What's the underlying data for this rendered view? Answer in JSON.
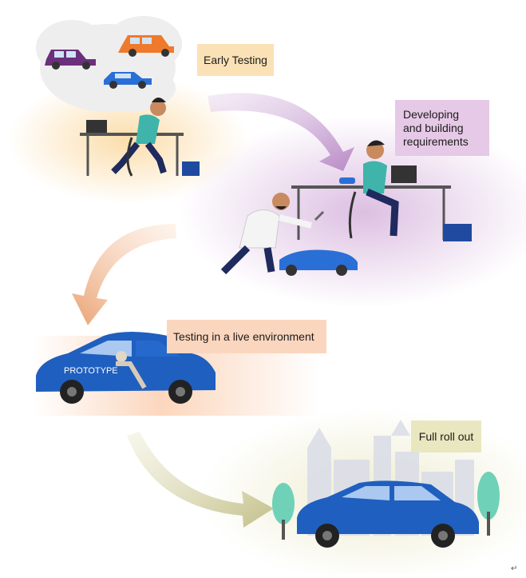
{
  "stages": [
    {
      "label": "Early Testing"
    },
    {
      "label_lines": [
        "Developing",
        "and building",
        "requirements"
      ]
    },
    {
      "label": "Testing in a live environment"
    },
    {
      "label": "Full roll out"
    }
  ],
  "car_badge": "PROTOTYPE",
  "return_mark": "↵",
  "colors": {
    "stage1": "#fbe2b6",
    "stage2": "#e6c9e6",
    "stage3": "#fbd6be",
    "stage4": "#e9e7bf",
    "car_blue": "#1f5fbf",
    "navy": "#1f2a5e",
    "teal": "#3aa7a8"
  }
}
